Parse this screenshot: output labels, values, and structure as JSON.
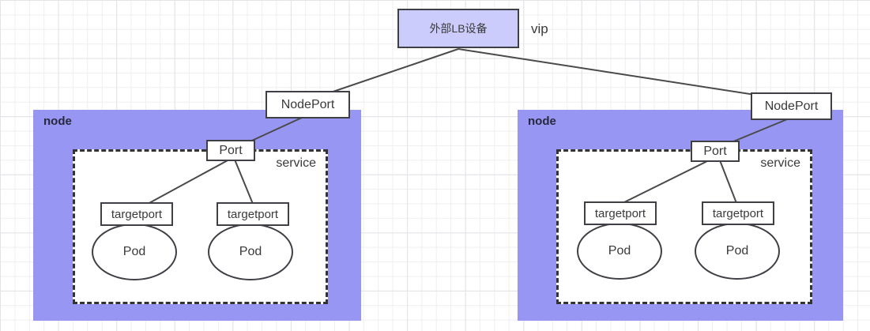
{
  "diagram": {
    "lb_label": "外部LB设备",
    "vip_label": "vip",
    "nodes": [
      {
        "label": "node",
        "nodeport_label": "NodePort",
        "port_label": "Port",
        "service_label": "service",
        "targetports": [
          "targetport",
          "targetport"
        ],
        "pods": [
          "Pod",
          "Pod"
        ]
      },
      {
        "label": "node",
        "nodeport_label": "NodePort",
        "port_label": "Port",
        "service_label": "service",
        "targetports": [
          "targetport",
          "targetport"
        ],
        "pods": [
          "Pod",
          "Pod"
        ]
      }
    ]
  },
  "colors": {
    "node_fill": "#9797f3",
    "lb_fill": "#ccccfc",
    "border": "#3f3f46",
    "dash_border": "#333333",
    "line": "#4a4a4a",
    "text": "#3a3a3a",
    "node_text": "#27273d",
    "grid_minor": "#efeff2",
    "grid_major": "#e3e3e8"
  }
}
